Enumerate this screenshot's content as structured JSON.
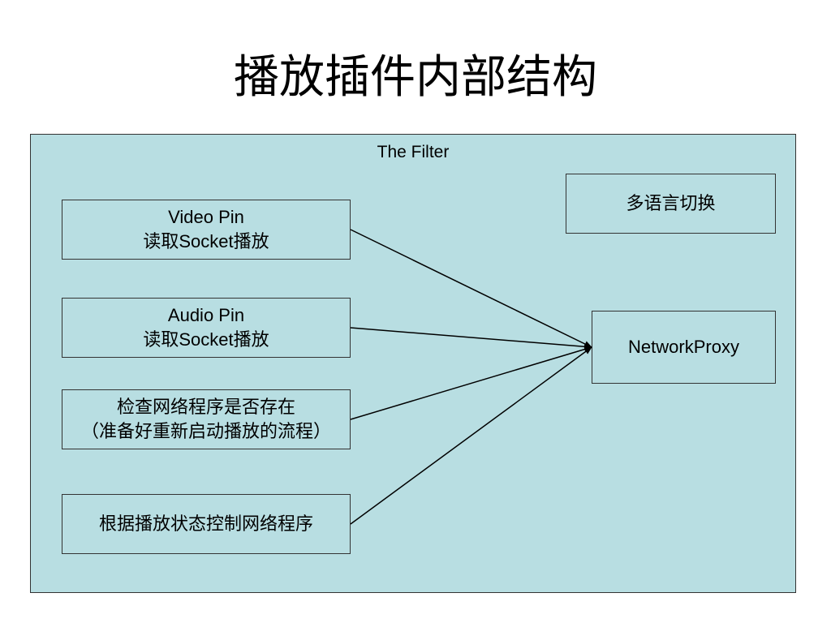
{
  "title": "播放插件内部结构",
  "filter": {
    "label": "The Filter"
  },
  "boxes": {
    "video": {
      "line1": "Video Pin",
      "line2": "读取Socket播放"
    },
    "audio": {
      "line1": "Audio Pin",
      "line2": "读取Socket播放"
    },
    "check": {
      "line1": "检查网络程序是否存在",
      "line2": "（准备好重新启动播放的流程）"
    },
    "control": {
      "line1": "根据播放状态控制网络程序"
    },
    "lang": {
      "line1": "多语言切换"
    },
    "proxy": {
      "line1": "NetworkProxy"
    }
  },
  "colors": {
    "container_fill": "#b8dee2",
    "border": "#333333"
  }
}
